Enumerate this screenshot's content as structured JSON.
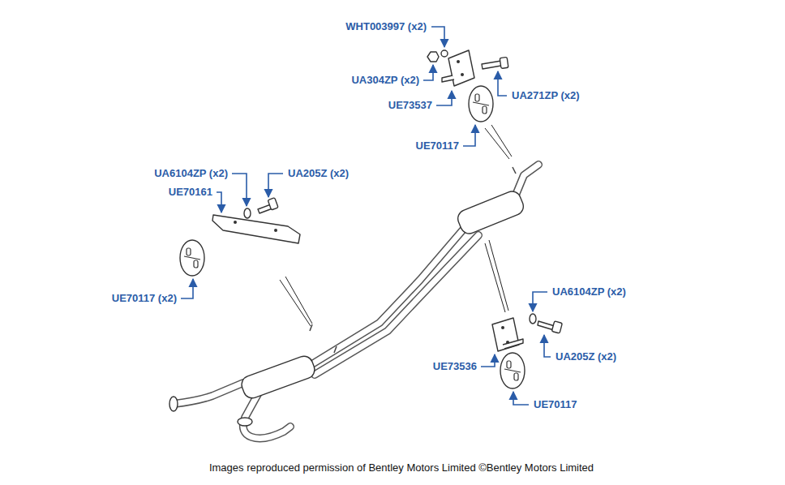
{
  "diagram": {
    "caption": "Images reproduced permission of Bentley Motors Limited ©Bentley Motors Limited",
    "labels": [
      "WHT003997 (x2)",
      "UA304ZP (x2)",
      "UE73537",
      "UA271ZP (x2)",
      "UE70117",
      "UA6104ZP (x2)",
      "UA205Z (x2)",
      "UE70161",
      "UE70117 (x2)",
      "UA6104ZP (x2)",
      "UA205Z (x2)",
      "UE73536",
      "UE70117"
    ]
  }
}
